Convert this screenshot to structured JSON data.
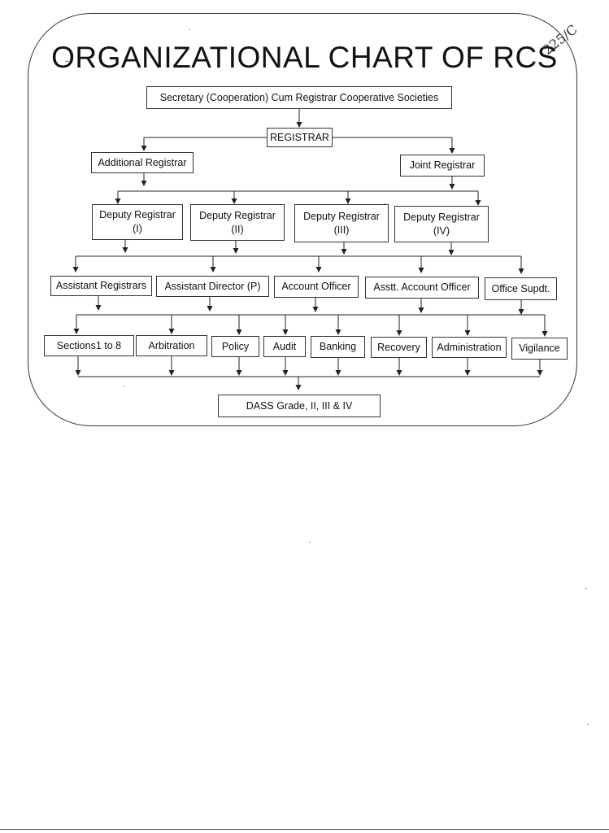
{
  "title": "ORGANIZATIONAL CHART OF RCS",
  "annotation": "225/C",
  "nodes": {
    "secretary": "Secretary (Cooperation) Cum Registrar Cooperative Societies",
    "registrar": "REGISTRAR",
    "additional_registrar": "Additional Registrar",
    "joint_registrar": "Joint Registrar",
    "deputy_registrar_1": "Deputy Registrar\n(I)",
    "deputy_registrar_2": "Deputy Registrar\n(II)",
    "deputy_registrar_3": "Deputy Registrar\n(III)",
    "deputy_registrar_4": "Deputy Registrar\n(IV)",
    "assistant_registrars": "Assistant Registrars",
    "assistant_director": "Assistant Director (P)",
    "account_officer": "Account Officer",
    "asstt_account_officer": "Asstt. Account Officer",
    "office_supdt": "Office Supdt.",
    "sections": "Sections1 to 8",
    "arbitration": "Arbitration",
    "policy": "Policy",
    "audit": "Audit",
    "banking": "Banking",
    "recovery": "Recovery",
    "administration": "Administration",
    "vigilance": "Vigilance",
    "dass_grade": "DASS Grade, II, III & IV"
  }
}
